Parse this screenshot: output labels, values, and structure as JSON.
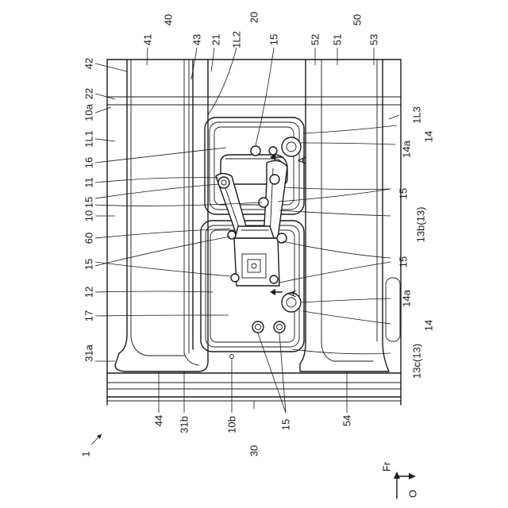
{
  "figure": {
    "reference_labels": [
      {
        "id": "label-41",
        "text": "41"
      },
      {
        "id": "label-40",
        "text": "40"
      },
      {
        "id": "label-43",
        "text": "43"
      },
      {
        "id": "label-21",
        "text": "21"
      },
      {
        "id": "label-1L2",
        "text": "1L2"
      },
      {
        "id": "label-20",
        "text": "20"
      },
      {
        "id": "label-15-top",
        "text": "15"
      },
      {
        "id": "label-52",
        "text": "52"
      },
      {
        "id": "label-51",
        "text": "51"
      },
      {
        "id": "label-50",
        "text": "50"
      },
      {
        "id": "label-53",
        "text": "53"
      },
      {
        "id": "label-42",
        "text": "42"
      },
      {
        "id": "label-22",
        "text": "22"
      },
      {
        "id": "label-10a",
        "text": "10a"
      },
      {
        "id": "label-1L1",
        "text": "1L1"
      },
      {
        "id": "label-16",
        "text": "16"
      },
      {
        "id": "label-11",
        "text": "11"
      },
      {
        "id": "label-15-left-upper",
        "text": "15"
      },
      {
        "id": "label-10",
        "text": "10"
      },
      {
        "id": "label-60",
        "text": "60"
      },
      {
        "id": "label-15-left-lower",
        "text": "15"
      },
      {
        "id": "label-12",
        "text": "12"
      },
      {
        "id": "label-17",
        "text": "17"
      },
      {
        "id": "label-31a",
        "text": "31a"
      },
      {
        "id": "label-44",
        "text": "44"
      },
      {
        "id": "label-31b",
        "text": "31b"
      },
      {
        "id": "label-10b",
        "text": "10b"
      },
      {
        "id": "label-30",
        "text": "30"
      },
      {
        "id": "label-15-bottom",
        "text": "15"
      },
      {
        "id": "label-54",
        "text": "54"
      },
      {
        "id": "label-1",
        "text": "1"
      },
      {
        "id": "label-1L3",
        "text": "1L3"
      },
      {
        "id": "label-14-upper",
        "text": "14"
      },
      {
        "id": "label-14a-upper",
        "text": "14a"
      },
      {
        "id": "label-A-upper",
        "text": "A"
      },
      {
        "id": "label-15-right-upper",
        "text": "15"
      },
      {
        "id": "label-13b13",
        "text": "13b(13)"
      },
      {
        "id": "label-15-right-lower",
        "text": "15"
      },
      {
        "id": "label-A-lower",
        "text": "A"
      },
      {
        "id": "label-14a-lower",
        "text": "14a"
      },
      {
        "id": "label-14-lower",
        "text": "14"
      },
      {
        "id": "label-13c13",
        "text": "13c(13)"
      },
      {
        "id": "label-Fr",
        "text": "Fr"
      },
      {
        "id": "label-O",
        "text": "O"
      }
    ]
  }
}
